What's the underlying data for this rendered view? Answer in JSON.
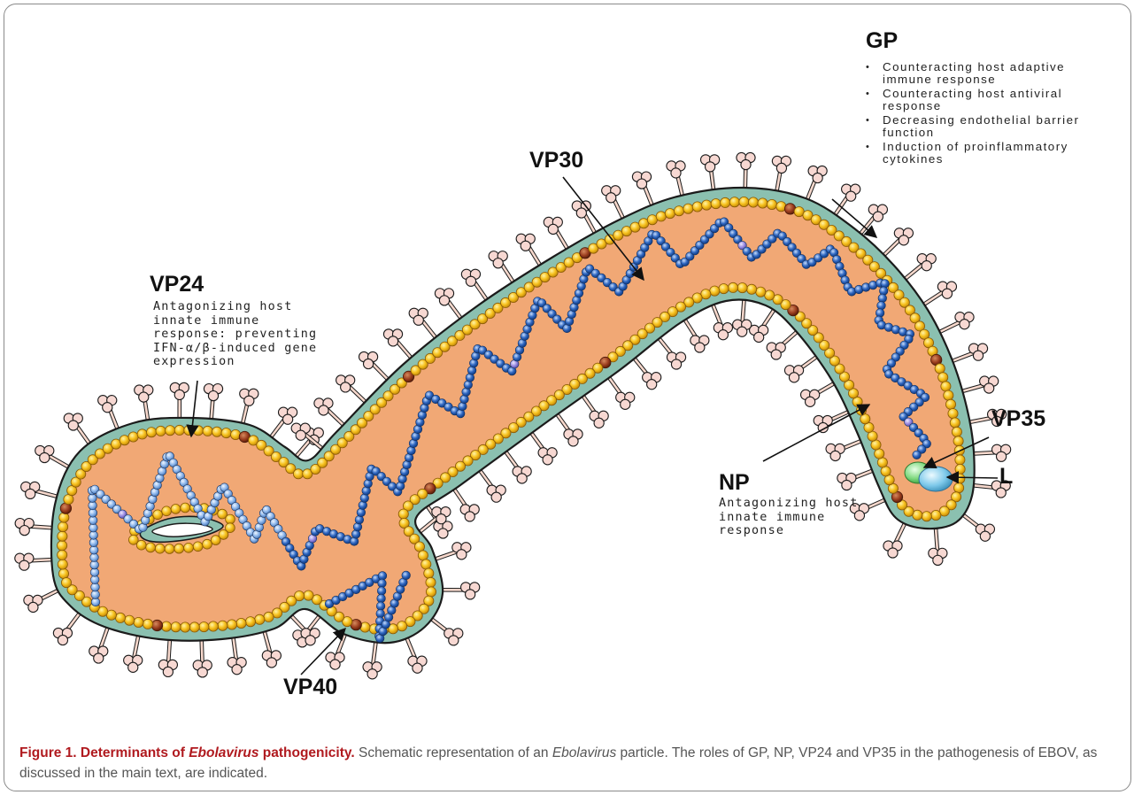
{
  "labels": {
    "gp": {
      "name": "GP",
      "bullets": [
        [
          "Counteracting host adaptive",
          "immune response"
        ],
        [
          "Counteracting host antiviral",
          "response"
        ],
        [
          "Decreasing endothelial barrier",
          "function"
        ],
        [
          "Induction of proinflammatory",
          "cytokines"
        ]
      ]
    },
    "vp30": {
      "name": "VP30"
    },
    "vp24": {
      "name": "VP24",
      "description": [
        "Antagonizing host",
        "innate immune",
        "response: preventing",
        "IFN-α/β-induced gene",
        "expression"
      ]
    },
    "vp35": {
      "name": "VP35"
    },
    "l": {
      "name": "L"
    },
    "np": {
      "name": "NP",
      "description": [
        "Antagonizing host",
        "innate immune",
        "response"
      ]
    },
    "vp40": {
      "name": "VP40"
    }
  },
  "caption": {
    "title_prefix": "Figure 1. Determinants of ",
    "title_italic": "Ebolavirus",
    "title_suffix": " pathogenicity.",
    "text_1": " Schematic representation of an ",
    "text_italic": "Ebolavirus",
    "text_2": " particle. The roles of GP, NP, VP24 and VP35 in the pathogenesis of EBOV, as discussed in the main text, are indicated."
  },
  "colors": {
    "envelope": "#8bc0b0",
    "outline": "#1b1b1b",
    "interior": "#f1a875",
    "matrix_bead": "#f7c21e",
    "vp24_bead": "#9c3e1f",
    "nucleocapsid": "#2f67c1",
    "nucleocapsid_light": "#8fb8ec",
    "vp30_bead": "#9d8fe2",
    "spike_stalk": "#f7d8cc",
    "spike_head": "#f7d8d2",
    "vp35": "#7fd97f",
    "l_protein": "#7ec9ea",
    "caption_title": "#b01a1f",
    "caption_text": "#555555"
  }
}
